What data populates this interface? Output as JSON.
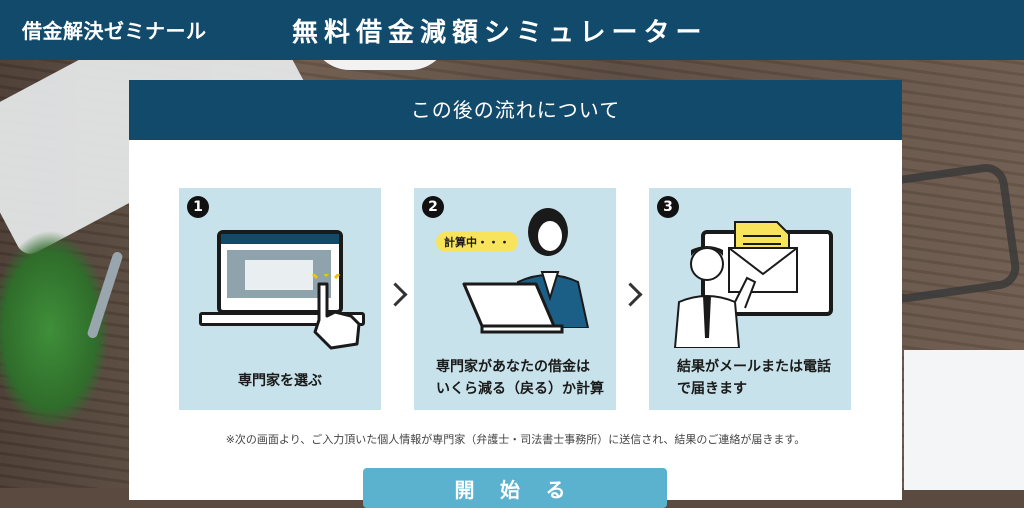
{
  "header": {
    "brand": "借金解決ゼミナール",
    "title": "無料借金減額シミュレーター"
  },
  "panel": {
    "heading": "この後の流れについて"
  },
  "steps": [
    {
      "number": "1",
      "caption_lines": [
        "専門家を選ぶ"
      ]
    },
    {
      "number": "2",
      "bubble": "計算中・・・",
      "caption_lines": [
        "専門家があなたの借金は",
        "いくら減る（戻る）か計算"
      ]
    },
    {
      "number": "3",
      "caption_lines": [
        "結果がメールまたは電話",
        "で届きます"
      ]
    }
  ],
  "footer_note": "※次の画面より、ご入力頂いた個人情報が専門家（弁護士・司法書士事務所）に送信され、結果のご連絡が届きます。",
  "start_button": {
    "label": "開 始 る"
  },
  "colors": {
    "header_bg": "#124a6b",
    "step_bg": "#c7e2ea",
    "button_bg": "#5bb2cf"
  },
  "icons": [
    "chevron-right-icon",
    "pointing-hand-icon",
    "envelope-icon",
    "laptop-icon"
  ]
}
